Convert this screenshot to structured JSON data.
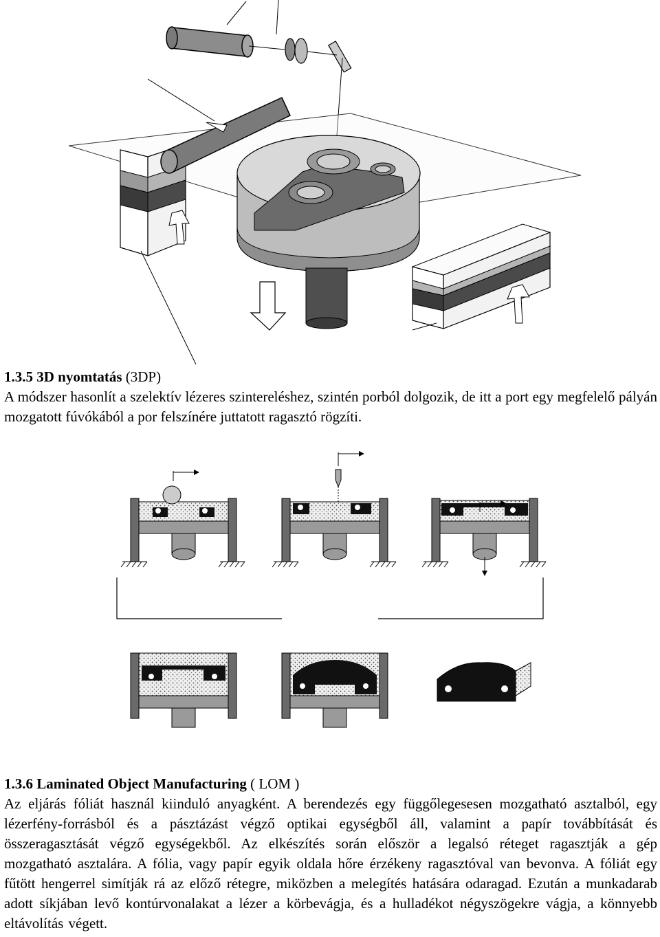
{
  "section_3dp": {
    "number": "1.3.5",
    "title_bold": "3D nyomtatás",
    "title_suffix": "(3DP)",
    "paragraph": "A módszer hasonlít a szelektív lézeres szintereléshez, szintén porból dolgozik, de itt a port egy megfelelő pályán mozgatott fúvókából a por felszínére juttatott ragasztó rögzíti."
  },
  "section_lom": {
    "number": "1.3.6",
    "title_bold": "Laminated Object Manufacturing",
    "title_suffix": "( LOM )",
    "paragraph": "Az eljárás fóliát használ kiinduló anyagként. A berendezés egy függőlegesesen mozgatható asztalból, egy lézerfény-forrásból és a pásztázást végző optikai egységből áll, valamint a papír továbbítását és összeragasztását végző egységekből. Az elkészítés során először a legalsó réteget ragasztják a gép mozgatható asztalára. A fólia, vagy papír egyik oldala hőre érzékeny ragasztóval van bevonva. A fóliát egy fűtött hengerrel simítják rá az előző rétegre, miközben a melegítés hatására odaragad. Ezután a munkadarab adott síkjában levő kontúrvonalakat a lézer a körbevágja, és a hulladékot négyszögekre vágja, a könnyebb eltávolítás végett."
  },
  "colors": {
    "light_gray": "#d8d8d8",
    "mid_gray": "#9a9a9a",
    "dark_gray": "#5a5a5a",
    "black": "#000000"
  },
  "figures": {
    "sls_machine": "selective-laser-sintering-machine-illustration",
    "dp_process": "3d-printing-process-diagram"
  }
}
